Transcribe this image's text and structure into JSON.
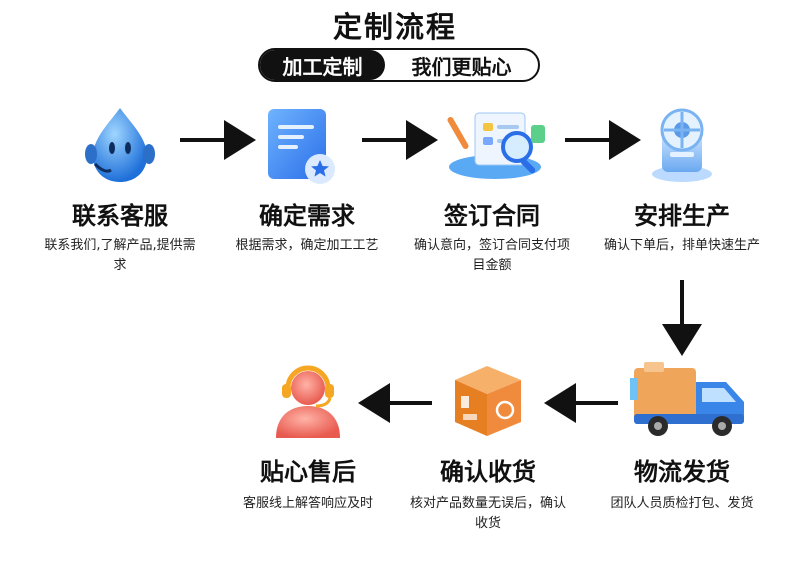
{
  "header": {
    "title": "定制流程",
    "badge_left": "加工定制",
    "badge_right": "我们更贴心"
  },
  "steps": [
    {
      "title": "联系客服",
      "desc": "联系我们,了解产品,提供需求",
      "icon": "water-drop-mascot-icon"
    },
    {
      "title": "确定需求",
      "desc": "根据需求，确定加工工艺",
      "icon": "document-star-icon"
    },
    {
      "title": "签订合同",
      "desc": "确认意向，签订合同支付项目金额",
      "icon": "contract-magnifier-icon"
    },
    {
      "title": "安排生产",
      "desc": "确认下单后，排单快速生产",
      "icon": "production-machine-icon"
    },
    {
      "title": "物流发货",
      "desc": "团队人员质检打包、发货",
      "icon": "delivery-truck-icon"
    },
    {
      "title": "确认收货",
      "desc": "核对产品数量无误后，确认收货",
      "icon": "package-box-icon"
    },
    {
      "title": "贴心售后",
      "desc": "客服线上解答响应及时",
      "icon": "customer-service-headset-icon"
    }
  ],
  "colors": {
    "accent_blue": "#2f80ed",
    "box_orange": "#f08a3c",
    "headset_orange": "#f5a623",
    "arrow": "#111111"
  }
}
